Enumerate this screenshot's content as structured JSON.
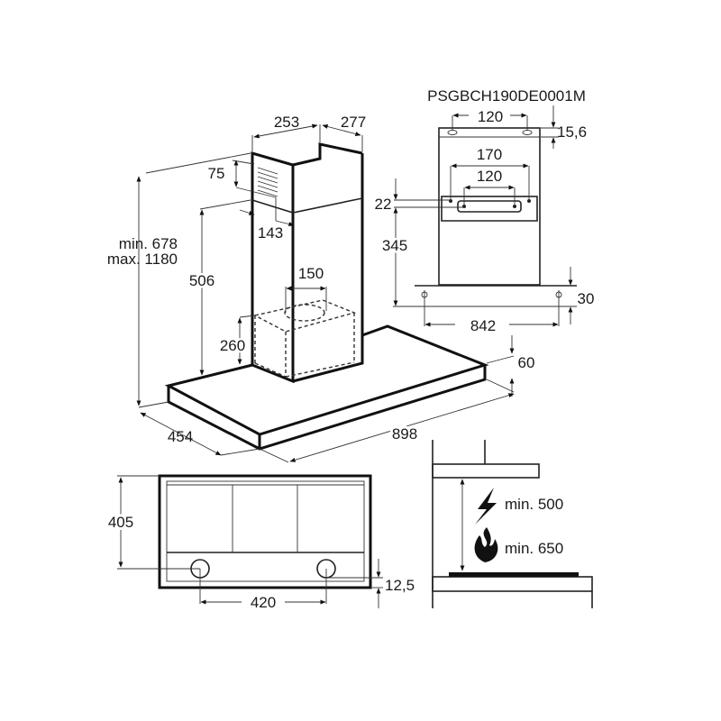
{
  "model_code": "PSGBCH190DE0001M",
  "main_view": {
    "chimney_width": "253",
    "chimney_depth": "277",
    "vent_height": "75",
    "vent_offset": "143",
    "total_height_min": "min. 678",
    "total_height_max": "max. 1180",
    "chimney_height": "506",
    "duct_diameter": "150",
    "motor_height": "260",
    "canopy_thickness": "60",
    "canopy_depth": "454",
    "canopy_width": "898"
  },
  "bracket_view": {
    "top_hole_spacing": "120",
    "top_offset": "15,6",
    "outer_spacing": "170",
    "inner_spacing": "120",
    "bracket_offset": "22",
    "bracket_height": "345",
    "screw_spacing": "842",
    "screw_offset": "30"
  },
  "bottom_view": {
    "depth": "405",
    "light_spacing": "420",
    "edge_offset": "12,5"
  },
  "clearance_view": {
    "electric_label": "min. 500",
    "gas_label": "min. 650"
  }
}
